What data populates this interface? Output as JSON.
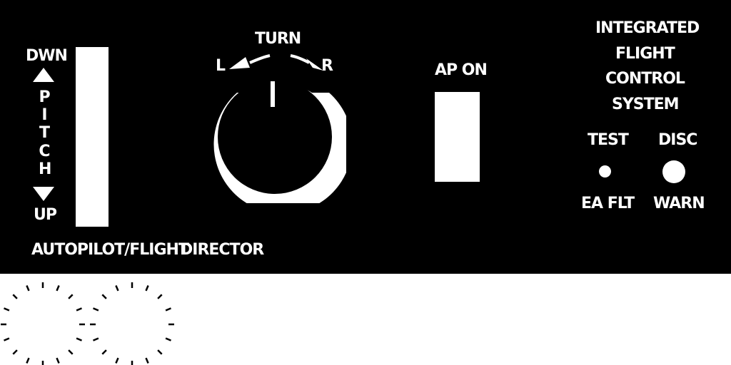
{
  "panel": {
    "background": "#000000",
    "foreground": "#ffffff"
  },
  "pitch": {
    "down_label": "DWN",
    "up_label": "UP",
    "letters": [
      "P",
      "I",
      "T",
      "C",
      "H"
    ],
    "up_icon": "triangle-up-icon",
    "down_icon": "triangle-down-icon"
  },
  "turn": {
    "title": "TURN",
    "left_label": "L",
    "right_label": "R"
  },
  "ap": {
    "on_label": "AP ON"
  },
  "ifcs": {
    "title_lines": [
      "INTEGRATED",
      "FLIGHT",
      "CONTROL",
      "SYSTEM"
    ],
    "test_label": "TEST",
    "disc_label": "DISC",
    "ea_flt_label": "EA FLT",
    "warn_label": "WARN"
  },
  "footer": {
    "autopilot_label": "AUTOPILOT/FLIGHT",
    "director_label": "DIRECTOR"
  }
}
